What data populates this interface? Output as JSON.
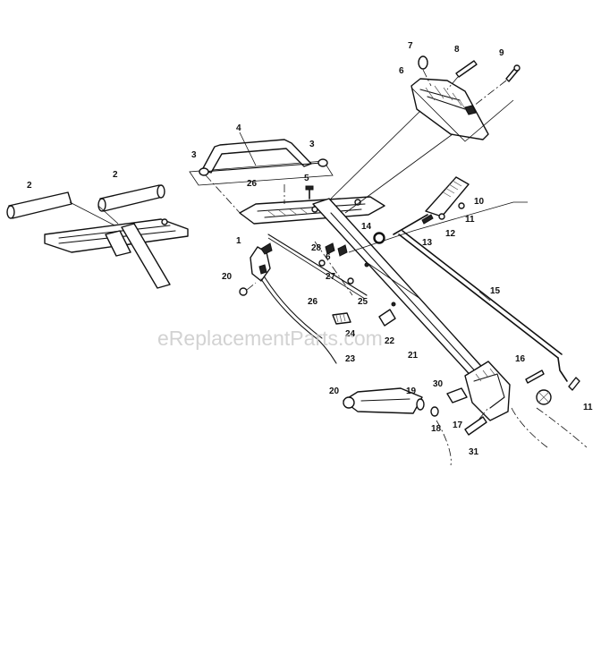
{
  "watermark": "eReplacementParts.com",
  "callouts": [
    {
      "id": "c-7",
      "text": "7"
    },
    {
      "id": "c-8",
      "text": "8"
    },
    {
      "id": "c-9",
      "text": "9"
    },
    {
      "id": "c-6",
      "text": "6"
    },
    {
      "id": "c-4",
      "text": "4"
    },
    {
      "id": "c-3a",
      "text": "3"
    },
    {
      "id": "c-3b",
      "text": "3"
    },
    {
      "id": "c-26a",
      "text": "26"
    },
    {
      "id": "c-5",
      "text": "5"
    },
    {
      "id": "c-2a",
      "text": "2"
    },
    {
      "id": "c-2b",
      "text": "2"
    },
    {
      "id": "c-10",
      "text": "10"
    },
    {
      "id": "c-11a",
      "text": "11"
    },
    {
      "id": "c-12",
      "text": "12"
    },
    {
      "id": "c-13",
      "text": "13"
    },
    {
      "id": "c-14",
      "text": "14"
    },
    {
      "id": "c-1",
      "text": "1"
    },
    {
      "id": "c-28",
      "text": "28"
    },
    {
      "id": "c-6b",
      "text": "6"
    },
    {
      "id": "c-27",
      "text": "27"
    },
    {
      "id": "c-20a",
      "text": "20"
    },
    {
      "id": "c-26b",
      "text": "26"
    },
    {
      "id": "c-25",
      "text": "25"
    },
    {
      "id": "c-15",
      "text": "15"
    },
    {
      "id": "c-24",
      "text": "24"
    },
    {
      "id": "c-22",
      "text": "22"
    },
    {
      "id": "c-23",
      "text": "23"
    },
    {
      "id": "c-21",
      "text": "21"
    },
    {
      "id": "c-16",
      "text": "16"
    },
    {
      "id": "c-30",
      "text": "30"
    },
    {
      "id": "c-20b",
      "text": "20"
    },
    {
      "id": "c-19",
      "text": "19"
    },
    {
      "id": "c-11b",
      "text": "11"
    },
    {
      "id": "c-18",
      "text": "18"
    },
    {
      "id": "c-17",
      "text": "17"
    },
    {
      "id": "c-31",
      "text": "31"
    }
  ]
}
